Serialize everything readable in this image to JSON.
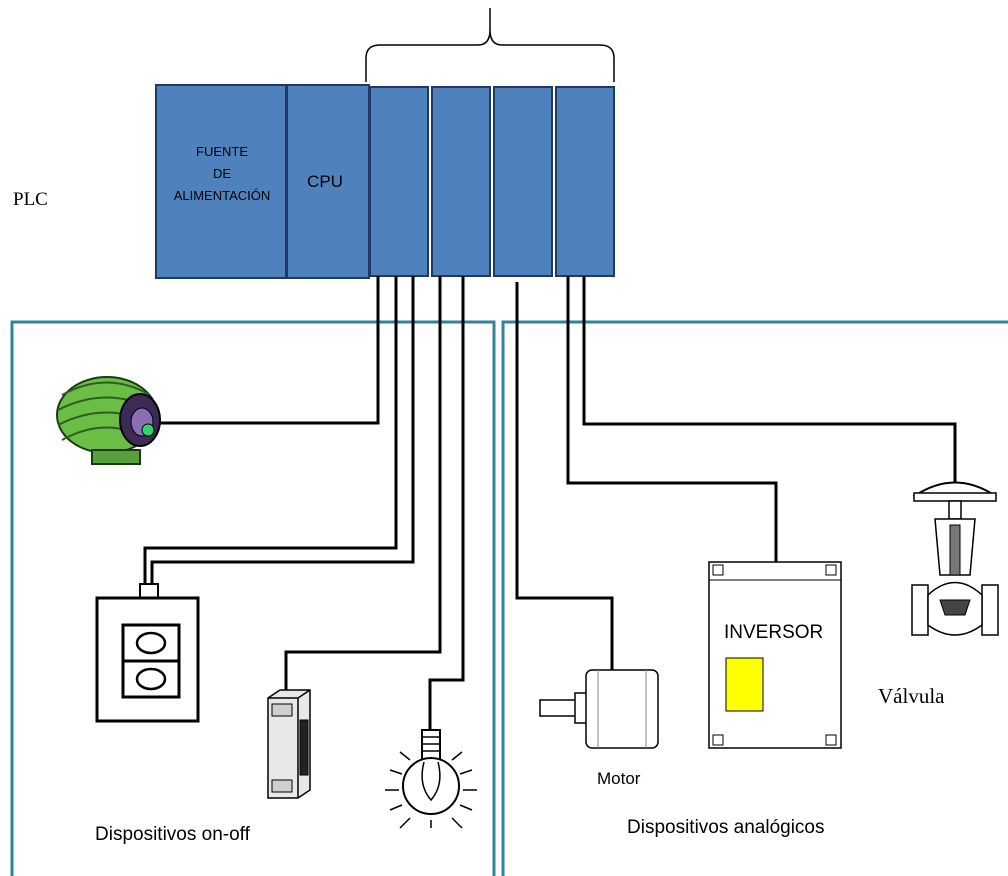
{
  "labels": {
    "plc": "PLC",
    "power_supply": [
      "FUENTE",
      "DE",
      "ALIMENTACIÓN"
    ],
    "cpu": "CPU",
    "inverter": "INVERSOR",
    "motor": "Motor",
    "valve": "Válvula",
    "group_onoff": "Dispositivos on-off",
    "group_analog": "Dispositivos analógicos"
  },
  "colors": {
    "module_fill": "#4f81bd",
    "module_stroke": "#1f3864",
    "frame": "#31849b",
    "wire": "#000000",
    "inverter_panel": "#ffff00",
    "motor_green": "#6bbd45"
  },
  "icons": {
    "motor_onoff": "electric-motor-icon",
    "switch": "double-switch-icon",
    "contactor": "contactor-icon",
    "bulb": "light-bulb-icon",
    "motor_analog": "servo-motor-icon",
    "inverter": "inverter-drive-icon",
    "valve": "control-valve-icon"
  }
}
